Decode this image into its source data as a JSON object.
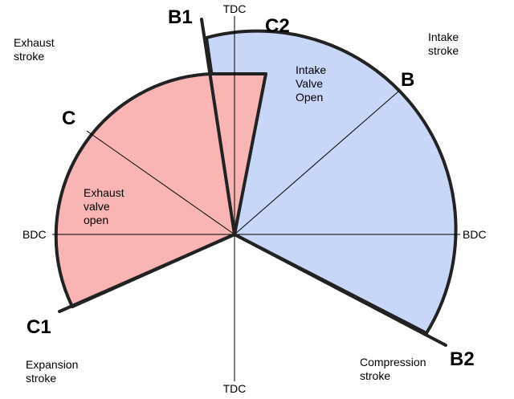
{
  "colors": {
    "intake_fill": "#c8d6f8",
    "exhaust_fill": "#f9b4b4",
    "outline": "#222222",
    "point_label": "#dd1111",
    "text": "#000000"
  },
  "axis_labels": {
    "top": "TDC",
    "bottom": "TDC",
    "left": "BDC",
    "right": "BDC"
  },
  "stroke_labels": {
    "exhaust": [
      "Exhaust",
      "stroke"
    ],
    "intake": [
      "Intake",
      "stroke"
    ],
    "expansion": [
      "Expansion",
      "stroke"
    ],
    "compression": [
      "Compression",
      "stroke"
    ]
  },
  "valve_labels": {
    "intake": [
      "Intake",
      "Valve",
      "Open"
    ],
    "exhaust": [
      "Exhaust",
      "valve",
      "open"
    ]
  },
  "points": {
    "b1": "B1",
    "c2": "C2",
    "b": "B",
    "c": "C",
    "c1": "C1",
    "b2": "B2"
  }
}
